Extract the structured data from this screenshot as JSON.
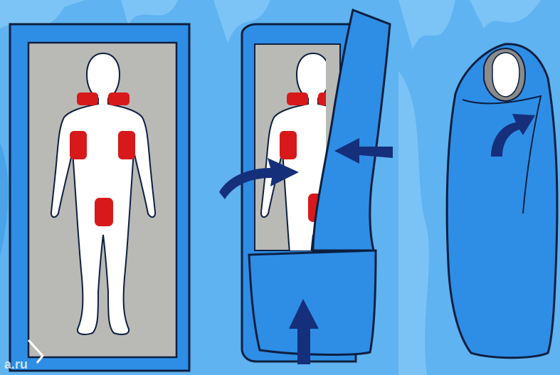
{
  "watermark": "a.ru",
  "panels": [
    {
      "id": "open-bag",
      "label": "",
      "hot_zones": [
        "shoulders",
        "armpits",
        "groin"
      ]
    },
    {
      "id": "wrapping-bag",
      "label": "",
      "hot_zones": [
        "shoulders",
        "armpits",
        "groin"
      ]
    },
    {
      "id": "closed-bag",
      "label": "",
      "hot_zones": []
    }
  ],
  "colors": {
    "background": "#5fb3f0",
    "bag": "#2e8ee6",
    "bag_dark": "#1b6fcf",
    "mat": "#b9b9b6",
    "body": "#ffffff",
    "hot_zone": "#d7191b",
    "arrow": "#152f7a",
    "outline": "#0d1f40"
  },
  "icons": [
    "human-figure",
    "arrow-icon"
  ]
}
